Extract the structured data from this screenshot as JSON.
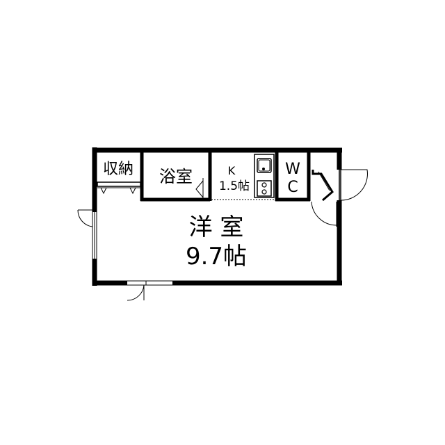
{
  "rooms": {
    "storage": "収納",
    "bath": "浴室",
    "kitchen_name": "K",
    "kitchen_size": "1.5帖",
    "wc_line1": "W",
    "wc_line2": "C",
    "main_name": "洋 室",
    "main_size": "9.7帖"
  },
  "colors": {
    "wall": "#000000",
    "fixture": "#000000",
    "background": "#ffffff"
  }
}
